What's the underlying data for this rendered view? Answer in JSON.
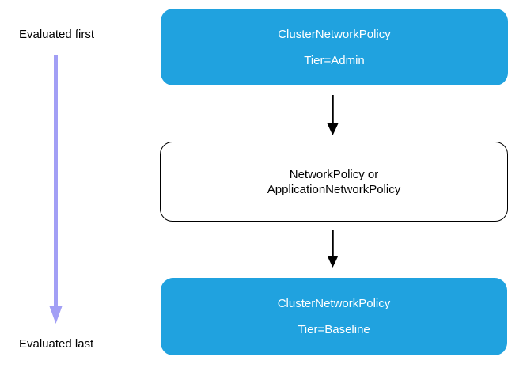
{
  "diagram": {
    "legend": {
      "first_label": "Evaluated first",
      "last_label": "Evaluated last"
    },
    "nodes": [
      {
        "id": "cluster-network-policy-admin",
        "line1": "ClusterNetworkPolicy",
        "line2": "Tier=Admin"
      },
      {
        "id": "network-policy",
        "line1": "NetworkPolicy or",
        "line2": "ApplicationNetworkPolicy"
      },
      {
        "id": "cluster-network-policy-baseline",
        "line1": "ClusterNetworkPolicy",
        "line2": "Tier=Baseline"
      }
    ],
    "colors": {
      "node_blue": "#20A2DF",
      "node_text_on_blue": "#FFFFFF",
      "node_outline_border": "#000000",
      "node_outline_text": "#000000",
      "arrow_black": "#000000",
      "arrow_purple": "#A29FF5"
    }
  }
}
